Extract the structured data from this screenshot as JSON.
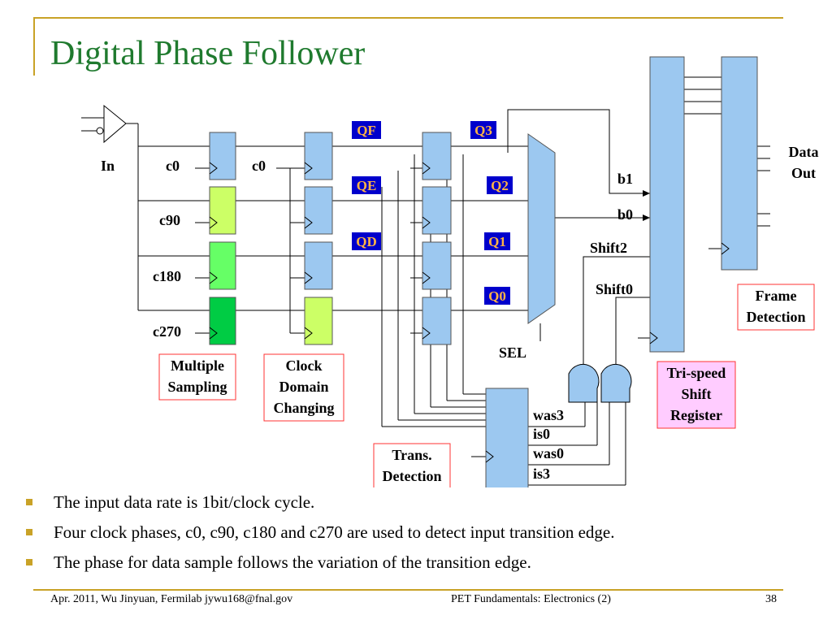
{
  "slide": {
    "title": "Digital Phase Follower",
    "bullets": [
      "The input data rate is 1bit/clock cycle.",
      "Four clock phases, c0, c90, c180 and c270 are used to detect input transition edge.",
      "The phase for data sample follows the variation of the transition edge."
    ],
    "footer": {
      "left": "Apr. 2011, Wu Jinyuan, Fermilab jywu168@fnal.gov",
      "center": "PET Fundamentals: Electronics (2)",
      "page": "38"
    }
  },
  "diagram": {
    "input_label": "In",
    "clock_labels": [
      "c0",
      "c90",
      "c180",
      "c270"
    ],
    "clock_label_second_column": "c0",
    "q_labels": [
      "QF",
      "QE",
      "QD",
      "Q3",
      "Q2",
      "Q1",
      "Q0"
    ],
    "signal_labels": {
      "b1": "b1",
      "b0": "b0",
      "shift2": "Shift2",
      "shift0": "Shift0",
      "sel": "SEL",
      "was3": "was3",
      "is0": "is0",
      "was0": "was0",
      "is3": "is3"
    },
    "data_out": [
      "Data",
      "Out"
    ],
    "boxes": {
      "multiple_sampling": [
        "Multiple",
        "Sampling"
      ],
      "clock_domain": [
        "Clock",
        "Domain",
        "Changing"
      ],
      "trans_detection": [
        "Trans.",
        "Detection"
      ],
      "frame_detection": [
        "Frame",
        "Detection"
      ],
      "tri_speed": [
        "Tri-speed",
        "Shift",
        "Register"
      ]
    },
    "colors": {
      "register_blue": "#9cc8f0",
      "c90_green": "#ccff66",
      "c180_green": "#66ff66",
      "c270_green": "#00cc44",
      "q_label_bg": "#0000cc",
      "q_label_text": "#ffb347",
      "box_border_red": "#ff3333",
      "tri_speed_bg": "#ffccff",
      "title_green": "#1f7a2e",
      "accent_gold": "#c9a227"
    }
  }
}
